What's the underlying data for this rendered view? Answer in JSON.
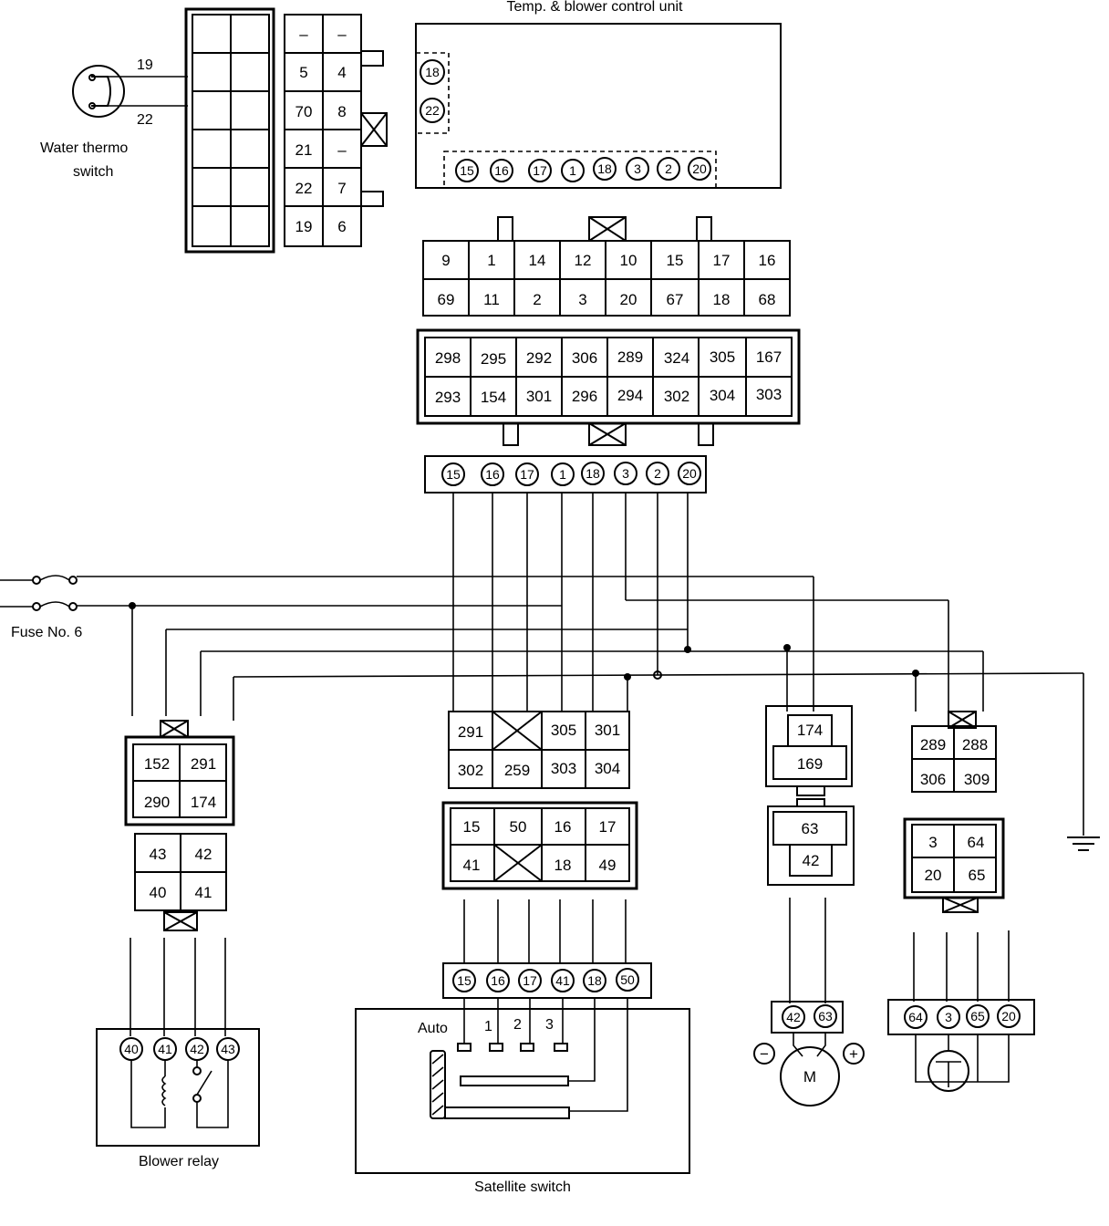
{
  "labels": {
    "control_unit": "Temp. & blower control unit",
    "water_thermo_line1": "Water thermo",
    "water_thermo_line2": "switch",
    "wire_19": "19",
    "wire_22": "22",
    "fuse": "Fuse No. 6",
    "blower_relay": "Blower relay",
    "satellite_switch": "Satellite switch",
    "auto": "Auto",
    "pos1": "1",
    "pos2": "2",
    "pos3": "3",
    "motor": "M",
    "minus": "−",
    "plus": "+"
  },
  "thermo_connector": {
    "cells": [
      "–",
      "–",
      "5",
      "4",
      "70",
      "8",
      "21",
      "–",
      "22",
      "7",
      "19",
      "6"
    ]
  },
  "control_unit_pins": {
    "side": [
      "18",
      "22"
    ],
    "bottom": [
      "15",
      "16",
      "17",
      "1",
      "18",
      "3",
      "2",
      "20"
    ]
  },
  "main_connector_a": {
    "row1": [
      "9",
      "1",
      "14",
      "12",
      "10",
      "15",
      "17",
      "16"
    ],
    "row2": [
      "69",
      "11",
      "2",
      "3",
      "20",
      "67",
      "18",
      "68"
    ]
  },
  "main_connector_b": {
    "row1": [
      "298",
      "295",
      "292",
      "306",
      "289",
      "324",
      "305",
      "167"
    ],
    "row2": [
      "293",
      "154",
      "301",
      "296",
      "294",
      "302",
      "304",
      "303"
    ]
  },
  "main_strip_pins": [
    "15",
    "16",
    "17",
    "1",
    "18",
    "3",
    "2",
    "20"
  ],
  "relay_connector_a": [
    "152",
    "291",
    "290",
    "174"
  ],
  "relay_connector_b": [
    "43",
    "42",
    "40",
    "41"
  ],
  "relay_pins": [
    "40",
    "41",
    "42",
    "43"
  ],
  "sat_connector_a": [
    "291",
    "305",
    "301",
    "302",
    "259",
    "303",
    "304"
  ],
  "sat_connector_b": [
    "15",
    "50",
    "16",
    "17",
    "41",
    "18",
    "49"
  ],
  "sat_strip_pins": [
    "15",
    "16",
    "17",
    "41",
    "18",
    "50"
  ],
  "motor_connector_a": [
    "174",
    "169"
  ],
  "motor_connector_b": [
    "63",
    "42"
  ],
  "motor_pins": [
    "42",
    "63"
  ],
  "right_connector_a": [
    "289",
    "288",
    "306",
    "309"
  ],
  "right_connector_b": [
    "3",
    "64",
    "20",
    "65"
  ],
  "right_pins": [
    "64",
    "3",
    "65",
    "20"
  ]
}
